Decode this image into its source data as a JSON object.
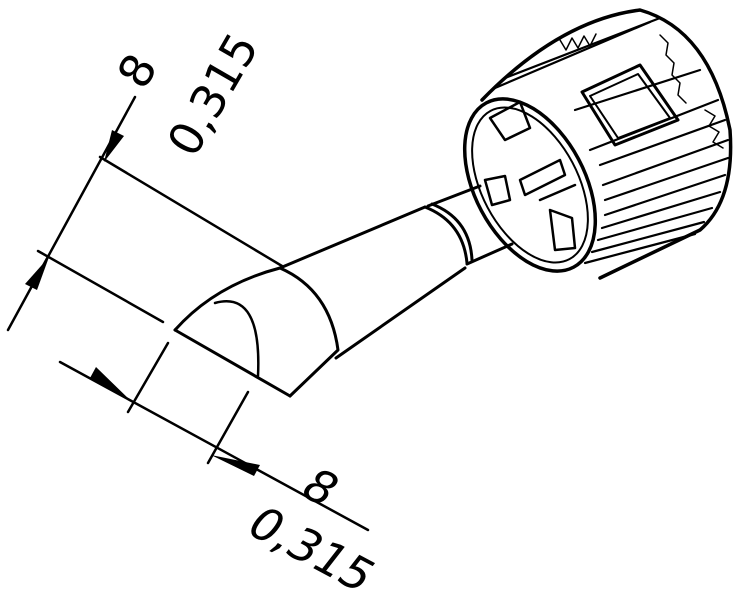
{
  "drawing": {
    "subject": "soldering tip, chisel shape, isometric view",
    "stroke_color": "#000000",
    "background_color": "#ffffff"
  },
  "dimensions": {
    "top": {
      "value_mm": "8",
      "value_in": "0,315"
    },
    "bottom": {
      "value_mm": "8",
      "value_in": "0,315"
    }
  }
}
